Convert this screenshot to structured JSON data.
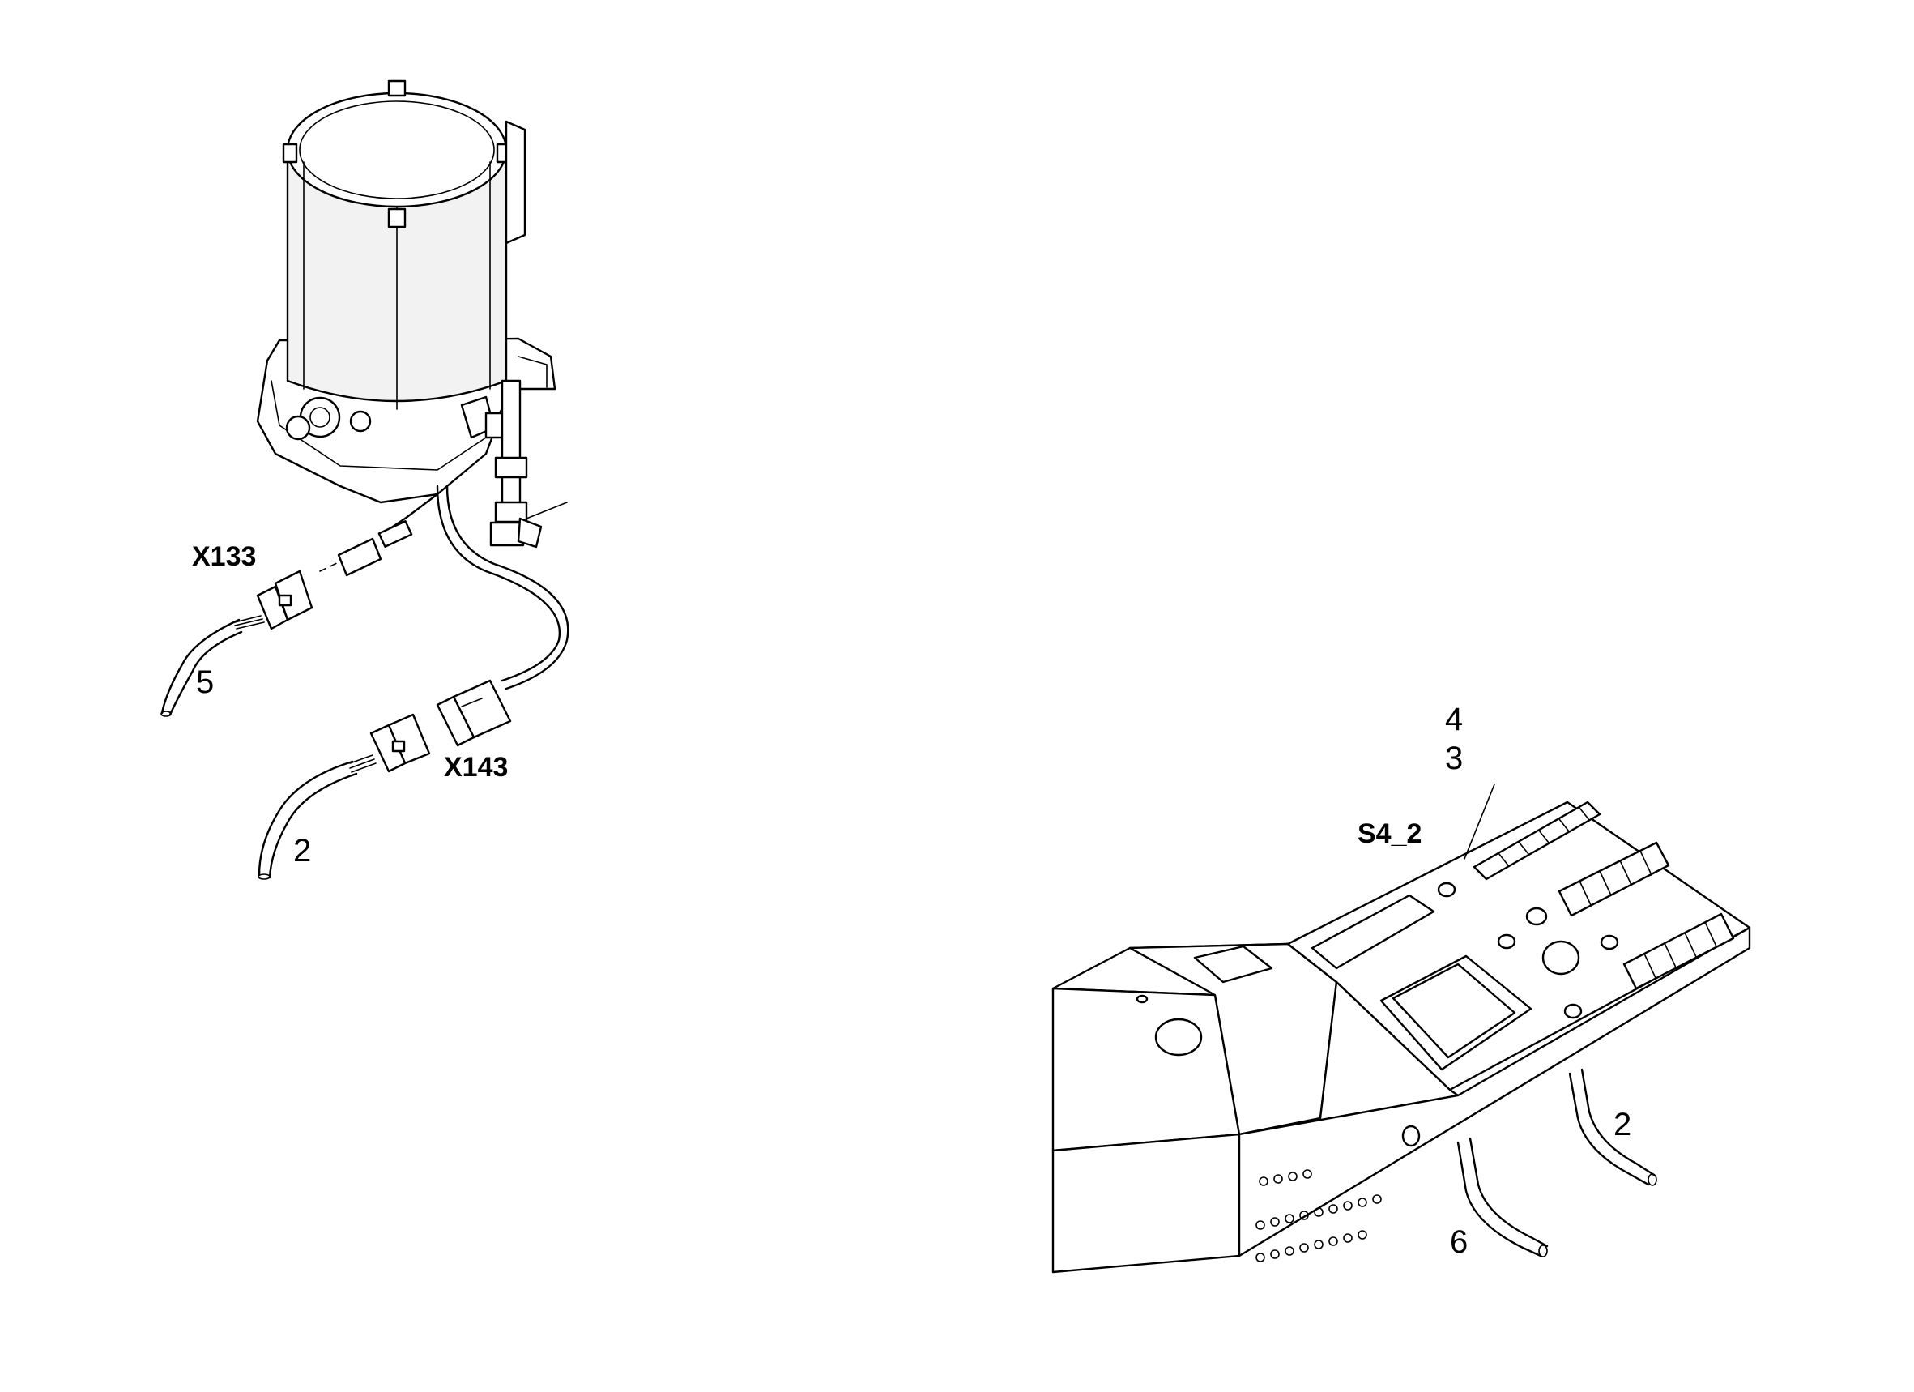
{
  "labels": {
    "x133": "X133",
    "x143": "X143",
    "s4_2": "S4_2",
    "item_5": "5",
    "item_2_left": "2",
    "item_4": "4",
    "item_3": "3",
    "item_2_right": "2",
    "item_6": "6"
  }
}
